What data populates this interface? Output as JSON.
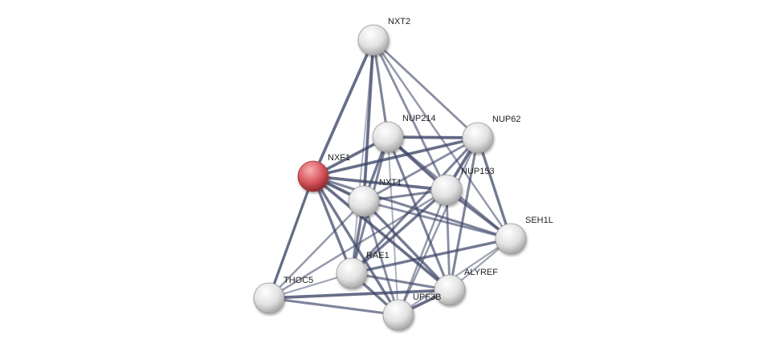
{
  "colors": {
    "edge": "#3e4768",
    "node": "#e6e6e6",
    "query_node": "#d9555c"
  },
  "nodes": [
    {
      "id": "NXT2",
      "query": false
    },
    {
      "id": "NUP214",
      "query": false
    },
    {
      "id": "NUP62",
      "query": false
    },
    {
      "id": "NXF1",
      "query": true
    },
    {
      "id": "NXT1",
      "query": false
    },
    {
      "id": "NUP153",
      "query": false
    },
    {
      "id": "SEH1L",
      "query": false
    },
    {
      "id": "RAE1",
      "query": false
    },
    {
      "id": "ALYREF",
      "query": false
    },
    {
      "id": "THOC5",
      "query": false
    },
    {
      "id": "UPF3B",
      "query": false
    }
  ],
  "edges": [
    [
      "NXT2",
      "NXF1",
      0.9
    ],
    [
      "NXT2",
      "NUP214",
      0.7
    ],
    [
      "NXT2",
      "NXT1",
      0.9
    ],
    [
      "NXT2",
      "NUP62",
      0.6
    ],
    [
      "NXT2",
      "NUP153",
      0.6
    ],
    [
      "NXT2",
      "SEH1L",
      0.5
    ],
    [
      "NXT2",
      "RAE1",
      0.3
    ],
    [
      "NXF1",
      "NUP214",
      0.9
    ],
    [
      "NXF1",
      "NUP62",
      0.9
    ],
    [
      "NXF1",
      "NUP153",
      0.9
    ],
    [
      "NXF1",
      "NXT1",
      0.95
    ],
    [
      "NXF1",
      "SEH1L",
      0.7
    ],
    [
      "NXF1",
      "RAE1",
      0.8
    ],
    [
      "NXF1",
      "ALYREF",
      0.9
    ],
    [
      "NXF1",
      "THOC5",
      0.8
    ],
    [
      "NXF1",
      "UPF3B",
      0.8
    ],
    [
      "NUP214",
      "NUP62",
      0.95
    ],
    [
      "NUP214",
      "NUP153",
      0.9
    ],
    [
      "NUP214",
      "NXT1",
      0.8
    ],
    [
      "NUP214",
      "SEH1L",
      0.6
    ],
    [
      "NUP214",
      "RAE1",
      0.7
    ],
    [
      "NUP214",
      "ALYREF",
      0.7
    ],
    [
      "NUP214",
      "UPF3B",
      0.3
    ],
    [
      "NUP62",
      "NUP153",
      0.9
    ],
    [
      "NUP62",
      "NXT1",
      0.6
    ],
    [
      "NUP62",
      "SEH1L",
      0.8
    ],
    [
      "NUP62",
      "RAE1",
      0.7
    ],
    [
      "NUP62",
      "ALYREF",
      0.7
    ],
    [
      "NUP62",
      "UPF3B",
      0.5
    ],
    [
      "NUP153",
      "NXT1",
      0.7
    ],
    [
      "NUP153",
      "SEH1L",
      0.8
    ],
    [
      "NUP153",
      "RAE1",
      0.8
    ],
    [
      "NUP153",
      "ALYREF",
      0.6
    ],
    [
      "NUP153",
      "UPF3B",
      0.5
    ],
    [
      "NUP153",
      "THOC5",
      0.5
    ],
    [
      "NXT1",
      "SEH1L",
      0.6
    ],
    [
      "NXT1",
      "RAE1",
      0.8
    ],
    [
      "NXT1",
      "ALYREF",
      0.8
    ],
    [
      "NXT1",
      "UPF3B",
      0.6
    ],
    [
      "NXT1",
      "THOC5",
      0.5
    ],
    [
      "SEH1L",
      "RAE1",
      0.8
    ],
    [
      "SEH1L",
      "ALYREF",
      0.4
    ],
    [
      "SEH1L",
      "UPF3B",
      0.4
    ],
    [
      "RAE1",
      "ALYREF",
      0.7
    ],
    [
      "RAE1",
      "UPF3B",
      0.8
    ],
    [
      "RAE1",
      "THOC5",
      0.4
    ],
    [
      "ALYREF",
      "THOC5",
      0.9
    ],
    [
      "ALYREF",
      "UPF3B",
      0.9
    ],
    [
      "THOC5",
      "UPF3B",
      0.7
    ],
    [
      "THOC5",
      "NXF1",
      0.2
    ]
  ]
}
